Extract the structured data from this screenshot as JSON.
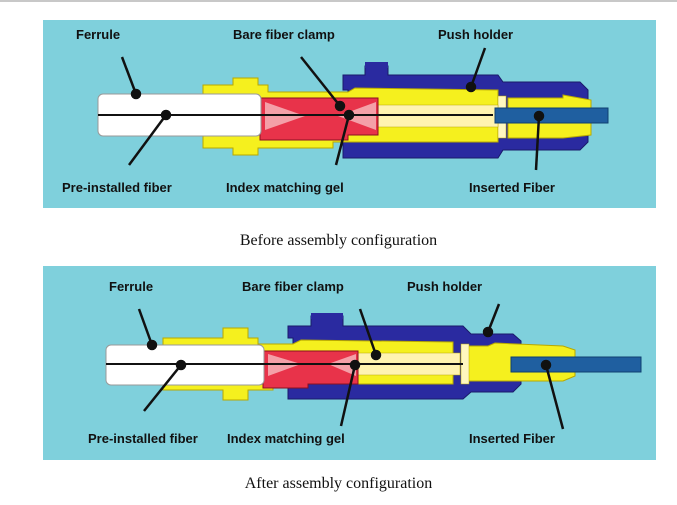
{
  "colors": {
    "background": "#7fd0dc",
    "ferrule": "#ffffff",
    "body_yellow": "#f5f01e",
    "clamp_red": "#e8334a",
    "gel_pink": "#f4a0a8",
    "push_holder_blue": "#2a2aa0",
    "inserted_fiber_blue": "#1f5fa0",
    "leader_line": "#111111"
  },
  "panels": [
    {
      "id": "before",
      "caption": "Before assembly configuration",
      "labels": {
        "ferrule": "Ferrule",
        "bare_fiber_clamp": "Bare fiber clamp",
        "push_holder": "Push holder",
        "pre_installed_fiber": "Pre-installed fiber",
        "index_matching_gel": "Index matching gel",
        "inserted_fiber": "Inserted Fiber"
      }
    },
    {
      "id": "after",
      "caption": "After assembly configuration",
      "labels": {
        "ferrule": "Ferrule",
        "bare_fiber_clamp": "Bare fiber clamp",
        "push_holder": "Push holder",
        "pre_installed_fiber": "Pre-installed fiber",
        "index_matching_gel": "Index matching gel",
        "inserted_fiber": "Inserted Fiber"
      }
    }
  ]
}
